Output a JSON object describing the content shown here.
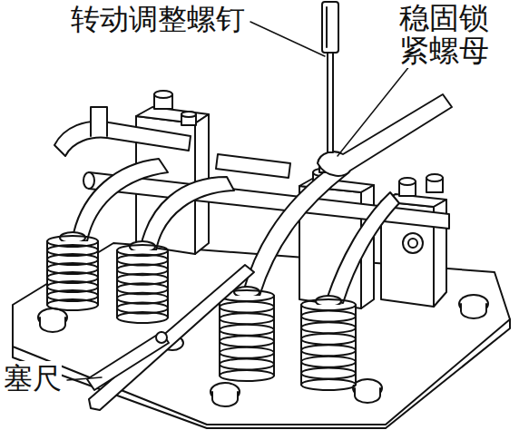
{
  "diagram": {
    "labels": [
      "转动调整螺钉",
      "稳固锁紧螺母",
      "塞尺"
    ]
  }
}
